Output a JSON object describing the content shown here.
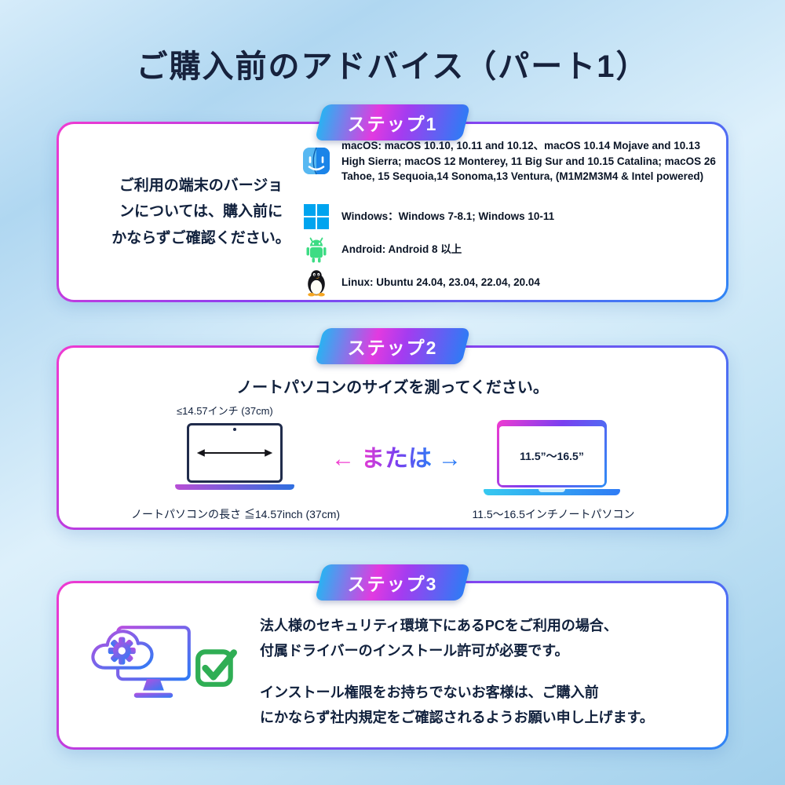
{
  "page": {
    "title": "ご購入前のアドバイス（パート1）"
  },
  "steps": {
    "step1": {
      "badge": "ステップ1",
      "note_lines": [
        "ご利用の端末のバージョ",
        "ンについては、購入前に",
        "かならずご確認ください。"
      ],
      "os_list": [
        {
          "name": "macOS",
          "icon": "finder-icon",
          "text": "macOS: macOS 10.10, 10.11 and 10.12、macOS 10.14 Mojave and 10.13 High Sierra; macOS 12 Monterey, 11 Big Sur and 10.15 Catalina; macOS 26 Tahoe, 15 Sequoia,14 Sonoma,13 Ventura, (M1M2M3M4 & Intel powered)"
        },
        {
          "name": "Windows",
          "icon": "windows-icon",
          "text": "Windows：Windows 7-8.1; Windows 10-11"
        },
        {
          "name": "Android",
          "icon": "android-icon",
          "text": "Android: Android 8 以上"
        },
        {
          "name": "Linux",
          "icon": "linux-tux-icon",
          "text": "Linux: Ubuntu 24.04, 23.04, 22.04, 20.04"
        }
      ]
    },
    "step2": {
      "badge": "ステップ2",
      "instruction": "ノートパソコンのサイズを測ってください。",
      "left_laptop": {
        "size_label": "≤14.57インチ (37cm)",
        "caption": "ノートパソコンの長さ ≦14.57inch (37cm)"
      },
      "or": {
        "left_arrow": "←",
        "text": "または",
        "right_arrow": "→"
      },
      "right_laptop": {
        "screen_text": "11.5”〜16.5”",
        "caption": "11.5〜16.5インチノートパソコン"
      }
    },
    "step3": {
      "badge": "ステップ3",
      "paragraph1_lines": [
        "法人様のセキュリティ環境下にあるPCをご利用の場合、",
        "付属ドライバーのインストール許可が必要です。"
      ],
      "paragraph2_lines": [
        "インストール権限をお持ちでないお客様は、ご購入前",
        "にかならず社内規定をご確認されるようお願い申し上げます。"
      ]
    }
  },
  "colors": {
    "accent_pink": "#e93cd2",
    "accent_blue": "#2f7bf5",
    "windows_blue": "#00a4ef",
    "android_green": "#3ddc84",
    "check_green": "#2fae54",
    "title_navy": "#17223d"
  }
}
